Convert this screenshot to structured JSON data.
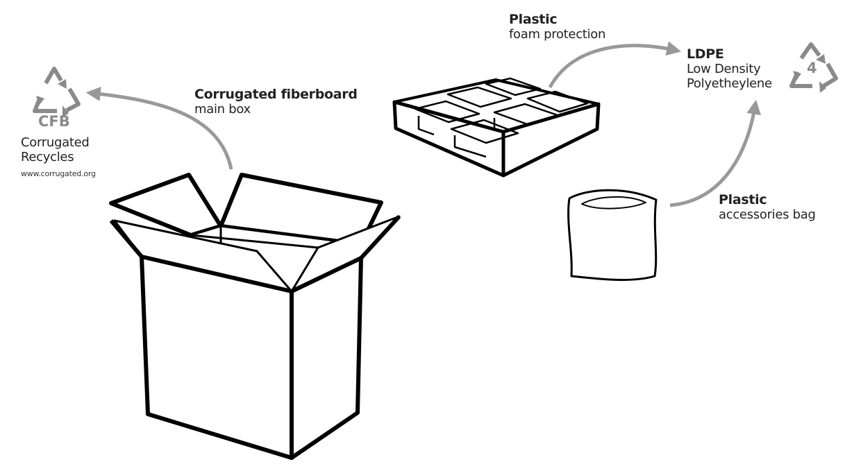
{
  "colors": {
    "line": "#000000",
    "arrow": "#999999",
    "symbol": "#8a8a8a",
    "text": "#222222"
  },
  "recycle_cfb": {
    "icon": "recycle-triangle-icon",
    "code": "CFB",
    "line1": "Corrugated",
    "line2": "Recycles",
    "url": "www.corrugated.org"
  },
  "recycle_ldpe": {
    "icon": "recycle-triangle-icon",
    "code": "4"
  },
  "labels": {
    "box": {
      "title": "Corrugated fiberboard",
      "subtitle": "main box"
    },
    "foam": {
      "title": "Plastic",
      "subtitle": "foam protection"
    },
    "ldpe": {
      "title": "LDPE",
      "line1": "Low Density",
      "line2": "Polyetheylene"
    },
    "bag": {
      "title": "Plastic",
      "subtitle": "accessories bag"
    }
  }
}
